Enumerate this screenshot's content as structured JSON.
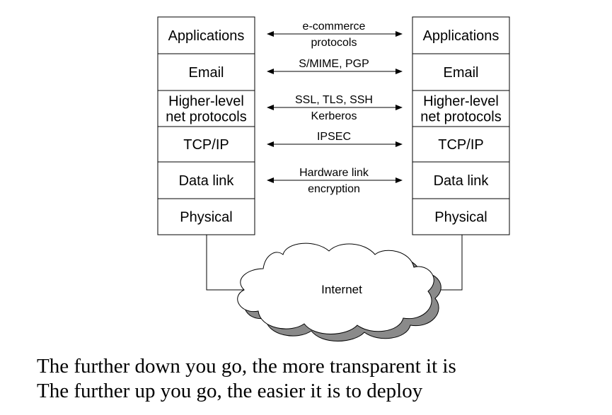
{
  "left_stack": {
    "layers": [
      [
        "Applications"
      ],
      [
        "Email"
      ],
      [
        "Higher-level",
        "net protocols"
      ],
      [
        "TCP/IP"
      ],
      [
        "Data link"
      ],
      [
        "Physical"
      ]
    ]
  },
  "right_stack": {
    "layers": [
      [
        "Applications"
      ],
      [
        "Email"
      ],
      [
        "Higher-level",
        "net protocols"
      ],
      [
        "TCP/IP"
      ],
      [
        "Data link"
      ],
      [
        "Physical"
      ]
    ]
  },
  "protocols": [
    [
      "e-commerce",
      "protocols"
    ],
    [
      "S/MIME, PGP"
    ],
    [
      "SSL, TLS, SSH",
      "Kerberos"
    ],
    [
      "IPSEC"
    ],
    [
      "Hardware link",
      "encryption"
    ]
  ],
  "cloud": {
    "label": "Internet"
  },
  "captions": {
    "line1": "The further down you go, the more transparent it is",
    "line2": "The further up you go, the easier it is to deploy"
  }
}
